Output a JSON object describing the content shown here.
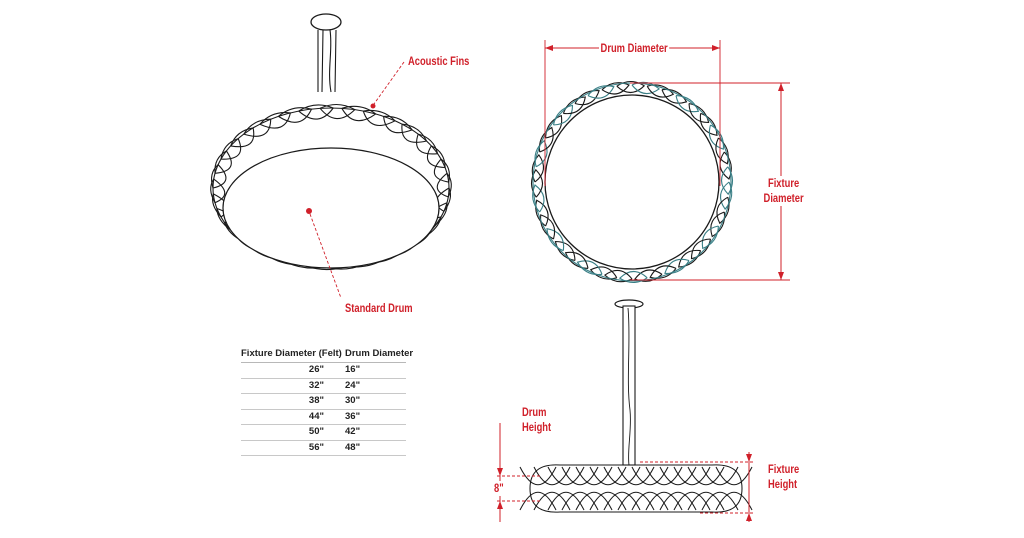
{
  "labels": {
    "acoustic_fins": "Acoustic Fins",
    "standard_drum": "Standard Drum",
    "drum_diameter": "Drum Diameter",
    "fixture_diameter_line1": "Fixture",
    "fixture_diameter_line2": "Diameter",
    "drum_height_line1": "Drum",
    "drum_height_line2": "Height",
    "drum_height_value": "8\"",
    "fixture_height_line1": "Fixture",
    "fixture_height_line2": "Height"
  },
  "colors": {
    "accent": "#d0202a",
    "outline": "#1a1a1a",
    "table_rule": "#c8c8c8",
    "plan_ring_tint": "#3a7f86"
  },
  "table": {
    "headers": [
      "Fixture Diameter (Felt)",
      "Drum Diameter"
    ],
    "rows": [
      [
        "26\"",
        "16\""
      ],
      [
        "32\"",
        "24\""
      ],
      [
        "38\"",
        "30\""
      ],
      [
        "44\"",
        "36\""
      ],
      [
        "50\"",
        "42\""
      ],
      [
        "56\"",
        "48\""
      ]
    ]
  }
}
